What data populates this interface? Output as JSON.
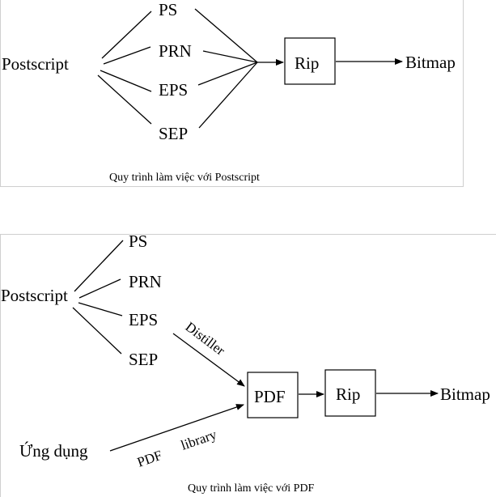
{
  "top_diagram": {
    "source": "Postscript",
    "formats": [
      "PS",
      "PRN",
      "EPS",
      "SEP"
    ],
    "rip": "Rip",
    "output": "Bitmap",
    "caption": "Quy trình làm việc với Postscript"
  },
  "bottom_diagram": {
    "source": "Postscript",
    "formats": [
      "PS",
      "PRN",
      "EPS",
      "SEP"
    ],
    "distiller": "Distiller",
    "pdf": "PDF",
    "rip": "Rip",
    "output": "Bitmap",
    "app_source": "Ứng dụng",
    "library_label_1": "PDF",
    "library_label_2": "library",
    "caption": "Quy trình làm việc với PDF"
  }
}
